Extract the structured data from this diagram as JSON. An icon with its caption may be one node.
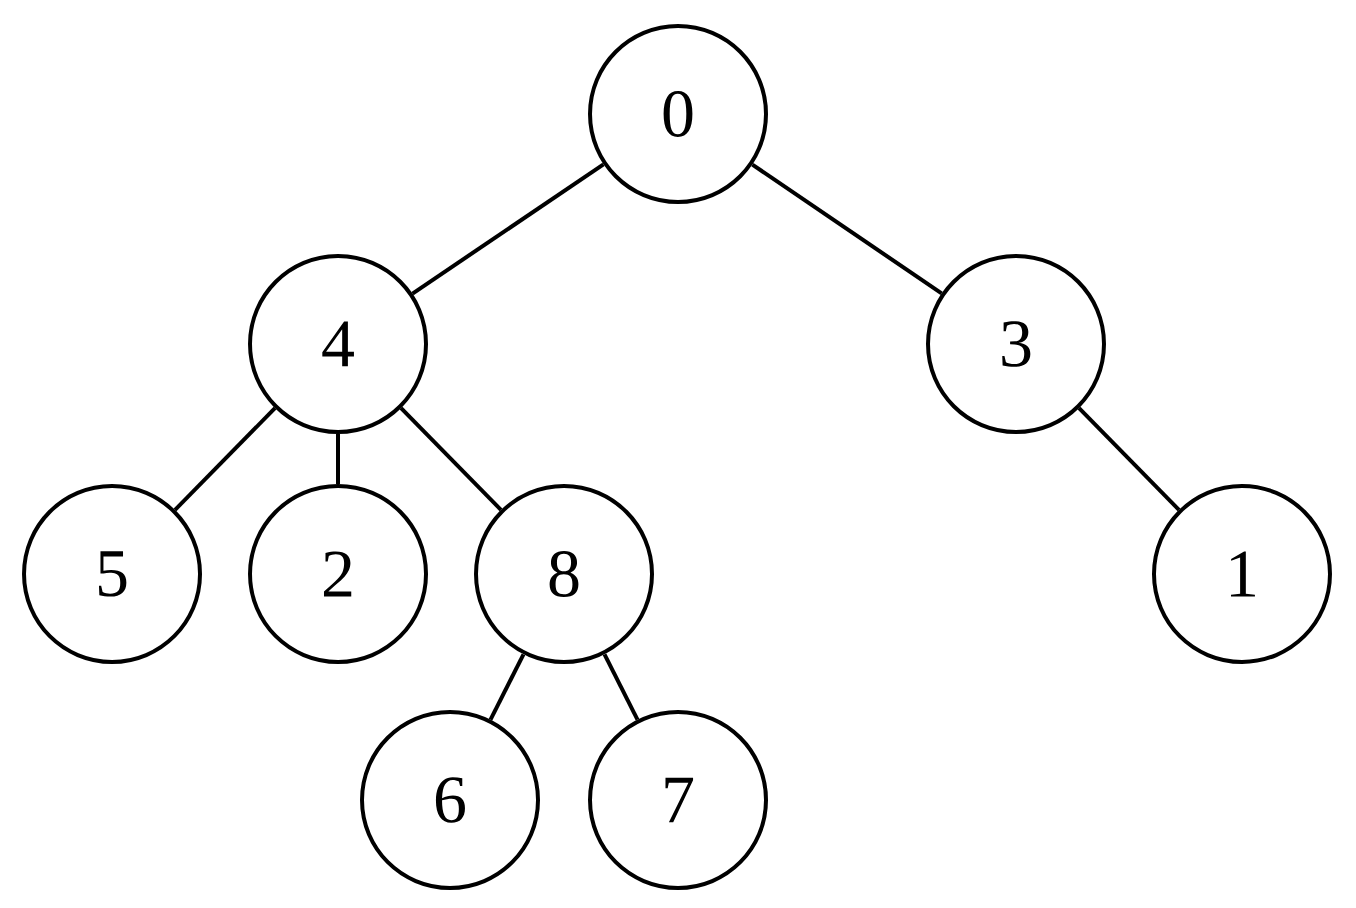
{
  "diagram": {
    "nodes": [
      {
        "text": [
          "0"
        ]
      },
      {
        "text": [
          "4"
        ]
      },
      {
        "text": [
          "3"
        ]
      },
      {
        "text": [
          "5"
        ]
      },
      {
        "text": [
          "2"
        ]
      },
      {
        "text": [
          "8"
        ]
      },
      {
        "text": [
          "1"
        ]
      },
      {
        "text": [
          "6"
        ]
      },
      {
        "text": [
          "7"
        ]
      }
    ],
    "edges": [
      {
        "from": 0,
        "to": 1,
        "arrow": "none"
      },
      {
        "from": 0,
        "to": 2,
        "arrow": "none"
      },
      {
        "from": 1,
        "to": 3,
        "arrow": "none"
      },
      {
        "from": 1,
        "to": 4,
        "arrow": "none"
      },
      {
        "from": 1,
        "to": 5,
        "arrow": "none"
      },
      {
        "from": 2,
        "to": 6,
        "arrow": "none"
      },
      {
        "from": 5,
        "to": 7,
        "arrow": "none"
      },
      {
        "from": 5,
        "to": 8,
        "arrow": "none"
      }
    ]
  }
}
